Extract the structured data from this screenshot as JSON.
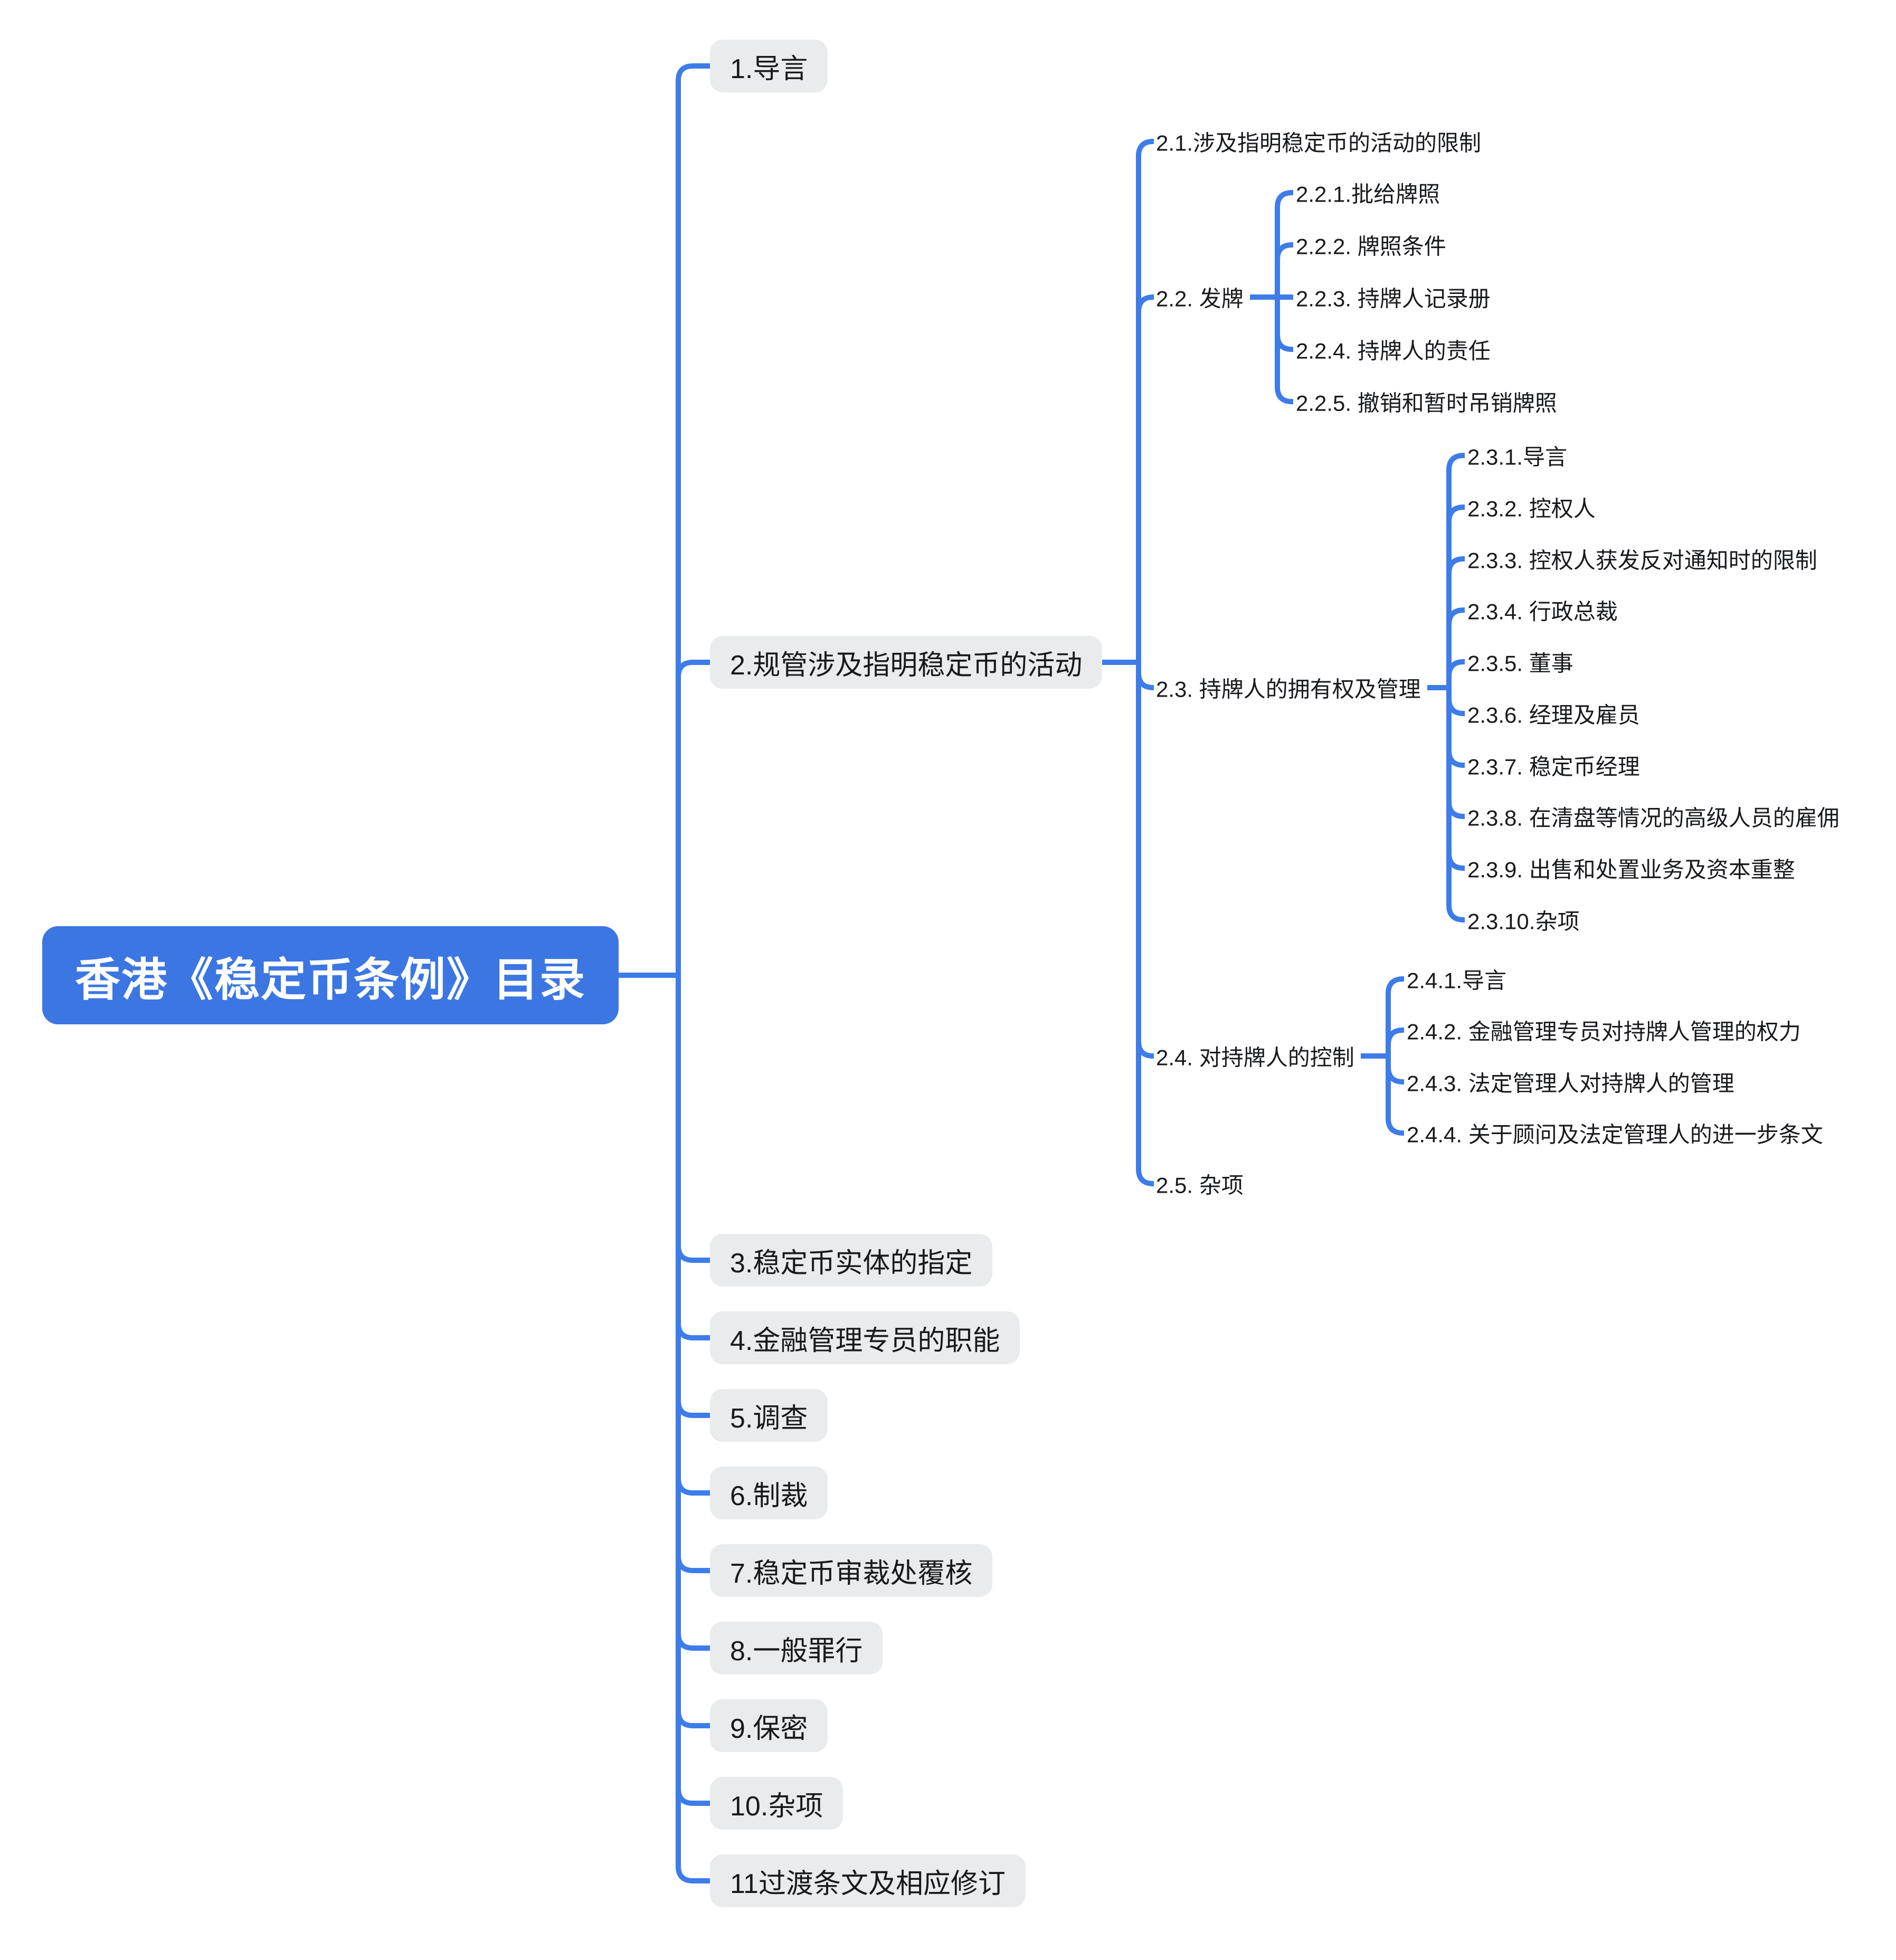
{
  "title": "香港《稳定币条例》目录",
  "colors": {
    "connector_line": "#3D7CE9",
    "root_fill": "#3B76E3",
    "root_text": "#FFFFFF",
    "topic_fill": "#E9EBED",
    "topic_text": "#17191C"
  },
  "tree": {
    "root": {
      "label": "香港《稳定币条例》目录"
    },
    "children": [
      {
        "id": "1",
        "label": "1.导言"
      },
      {
        "id": "2",
        "label": "2.规管涉及指明稳定币的活动",
        "children": [
          {
            "id": "2.1",
            "label": "2.1.涉及指明稳定币的活动的限制"
          },
          {
            "id": "2.2",
            "label": "2.2. 发牌",
            "children": [
              {
                "id": "2.2.1",
                "label": "2.2.1.批给牌照"
              },
              {
                "id": "2.2.2",
                "label": "2.2.2. 牌照条件"
              },
              {
                "id": "2.2.3",
                "label": "2.2.3. 持牌人记录册"
              },
              {
                "id": "2.2.4",
                "label": "2.2.4. 持牌人的责任"
              },
              {
                "id": "2.2.5",
                "label": "2.2.5. 撤销和暂时吊销牌照"
              }
            ]
          },
          {
            "id": "2.3",
            "label": "2.3. 持牌人的拥有权及管理",
            "children": [
              {
                "id": "2.3.1",
                "label": "2.3.1.导言"
              },
              {
                "id": "2.3.2",
                "label": "2.3.2. 控权人"
              },
              {
                "id": "2.3.3",
                "label": "2.3.3. 控权人获发反对通知时的限制"
              },
              {
                "id": "2.3.4",
                "label": "2.3.4. 行政总裁"
              },
              {
                "id": "2.3.5",
                "label": "2.3.5. 董事"
              },
              {
                "id": "2.3.6",
                "label": "2.3.6. 经理及雇员"
              },
              {
                "id": "2.3.7",
                "label": "2.3.7. 稳定币经理"
              },
              {
                "id": "2.3.8",
                "label": "2.3.8. 在清盘等情况的高级人员的雇佣"
              },
              {
                "id": "2.3.9",
                "label": "2.3.9. 出售和处置业务及资本重整"
              },
              {
                "id": "2.3.10",
                "label": "2.3.10.杂项"
              }
            ]
          },
          {
            "id": "2.4",
            "label": "2.4. 对持牌人的控制",
            "children": [
              {
                "id": "2.4.1",
                "label": "2.4.1.导言"
              },
              {
                "id": "2.4.2",
                "label": "2.4.2. 金融管理专员对持牌人管理的权力"
              },
              {
                "id": "2.4.3",
                "label": "2.4.3. 法定管理人对持牌人的管理"
              },
              {
                "id": "2.4.4",
                "label": "2.4.4. 关于顾问及法定管理人的进一步条文"
              }
            ]
          },
          {
            "id": "2.5",
            "label": "2.5. 杂项"
          }
        ]
      },
      {
        "id": "3",
        "label": "3.稳定币实体的指定"
      },
      {
        "id": "4",
        "label": "4.金融管理专员的职能"
      },
      {
        "id": "5",
        "label": "5.调查"
      },
      {
        "id": "6",
        "label": "6.制裁"
      },
      {
        "id": "7",
        "label": "7.稳定币审裁处覆核"
      },
      {
        "id": "8",
        "label": "8.一般罪行"
      },
      {
        "id": "9",
        "label": "9.保密"
      },
      {
        "id": "10",
        "label": "10.杂项"
      },
      {
        "id": "11",
        "label": "11过渡条文及相应修订"
      }
    ]
  }
}
